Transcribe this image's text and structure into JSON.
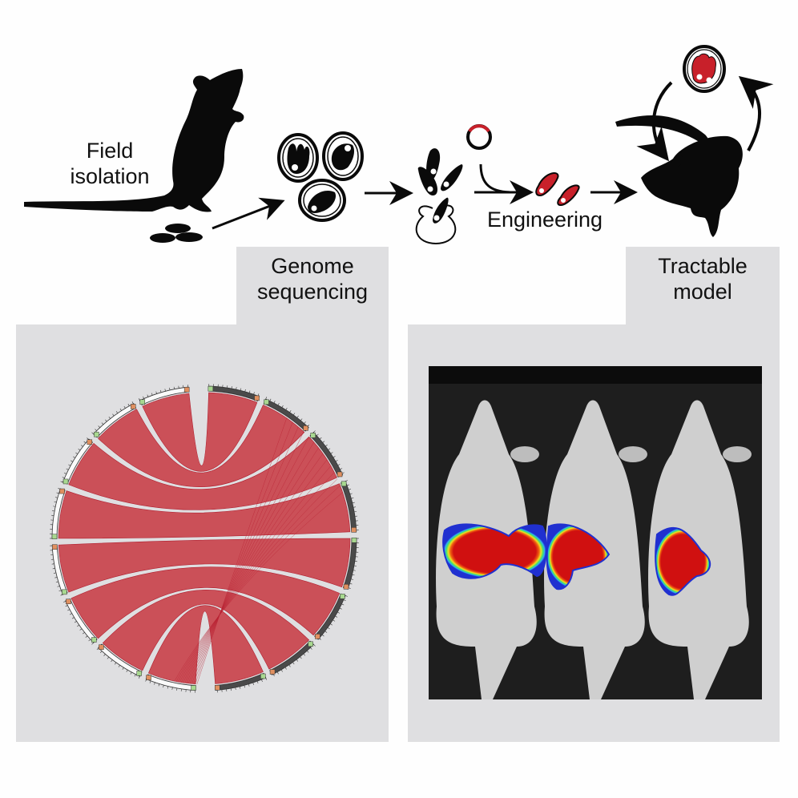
{
  "title": "Graphical abstract: field isolation to tractable model",
  "steps": {
    "field_isolation": "Field\nisolation",
    "field_line1": "Field",
    "field_line2": "isolation",
    "genome_line1": "Genome",
    "genome_line2": "sequencing",
    "engineering": "Engineering",
    "tractable_line1": "Tractable",
    "tractable_model_line2": "model"
  },
  "colors": {
    "panel": "#dfdfe1",
    "silhouette": "#0a0a0a",
    "engineered_red": "#c8202a",
    "circos_red": "#c9434c",
    "circos_dark_track": "#4a4a4a",
    "bioluminescence_high": "#d01010",
    "bioluminescence_mid": "#f0e020",
    "bioluminescence_low": "#2030d0"
  },
  "panels": {
    "left": {
      "name": "Genome sequencing",
      "content": "synteny circos plot"
    },
    "right": {
      "name": "Tractable model",
      "content": "bioluminescence imaging of three mice"
    }
  },
  "imaging": {
    "mouse_count": 3
  }
}
